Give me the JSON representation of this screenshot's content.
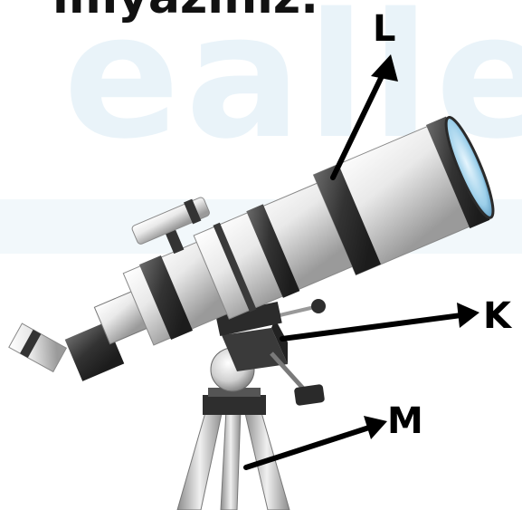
{
  "header": {
    "cut_text": "ımyazınız."
  },
  "watermark": {
    "text": "ealle"
  },
  "labels": {
    "L": "L",
    "K": "K",
    "M": "M"
  },
  "colors": {
    "watermark": "#dcecf6",
    "tube_light": "#f4f4f4",
    "tube_band": "#3a3a3a",
    "lens": "#8fc6e6",
    "arrow": "#000000"
  }
}
